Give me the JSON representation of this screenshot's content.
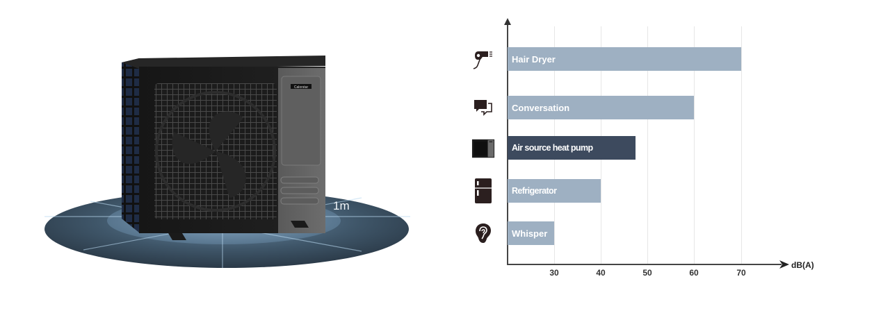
{
  "illustration": {
    "subject": "air source heat pump outdoor unit",
    "brand_badge": "Calorstar",
    "distance_label": "1m"
  },
  "colors": {
    "bar_default": "#9eb0c2",
    "bar_highlight": "#3d4a5e",
    "axis": "#444444",
    "grid": "#e6e6e6",
    "ring_outer": "#3e5568",
    "ring_inner": "#6f8ea8"
  },
  "chart_data": {
    "type": "bar",
    "orientation": "horizontal",
    "title": "",
    "xlabel": "dB(A)",
    "ylabel": "",
    "xlim": [
      20,
      80
    ],
    "xticks": [
      30,
      40,
      50,
      60,
      70
    ],
    "grid": true,
    "legend": null,
    "categories": [
      "Hair Dryer",
      "Conversation",
      "Air source heat pump",
      "Refrigerator",
      "Whisper"
    ],
    "values": [
      70,
      60,
      47,
      40,
      30
    ],
    "icons": [
      "hair-dryer-icon",
      "chat-bubbles-icon",
      "heat-pump-icon",
      "refrigerator-icon",
      "ear-icon"
    ],
    "highlight": "Air source heat pump"
  },
  "chart": {
    "bars": [
      {
        "label": "Hair Dryer",
        "value": 70,
        "highlight": false,
        "condensed": false
      },
      {
        "label": "Conversation",
        "value": 60,
        "highlight": false,
        "condensed": false
      },
      {
        "label": "Air source heat pump",
        "value": 47,
        "highlight": true,
        "condensed": true
      },
      {
        "label": "Refrigerator",
        "value": 40,
        "highlight": false,
        "condensed": true
      },
      {
        "label": "Whisper",
        "value": 30,
        "highlight": false,
        "condensed": false
      }
    ],
    "ticks": [
      "30",
      "40",
      "50",
      "60",
      "70"
    ],
    "x_axis_label": "dB(A)"
  }
}
